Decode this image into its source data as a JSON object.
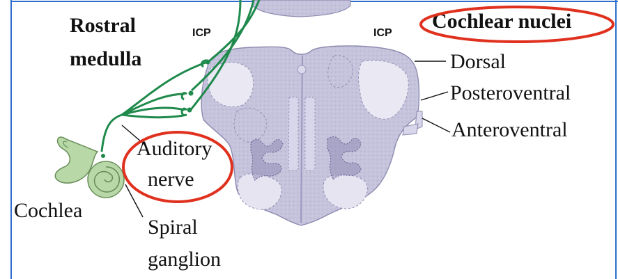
{
  "title": "Cochlear nuclei",
  "region": {
    "line1": "Rostral",
    "line2": "medulla"
  },
  "icp_left": "ICP",
  "icp_right": "ICP",
  "nuclei": {
    "dorsal": "Dorsal",
    "posteroventral": "Posteroventral",
    "anteroventral": "Anteroventral"
  },
  "nerve": {
    "line1": "Auditory",
    "line2": "nerve"
  },
  "cochlea": "Cochlea",
  "ganglion": {
    "line1": "Spiral",
    "line2": "ganglion"
  },
  "colors": {
    "frame": "#2f6fcb",
    "highlight": "#e0301e",
    "tissue": "#c4c2db",
    "tissue_dark": "#9f9cc3",
    "fiber": "#1f8a4c",
    "cochlea": "#b8d8a8"
  }
}
